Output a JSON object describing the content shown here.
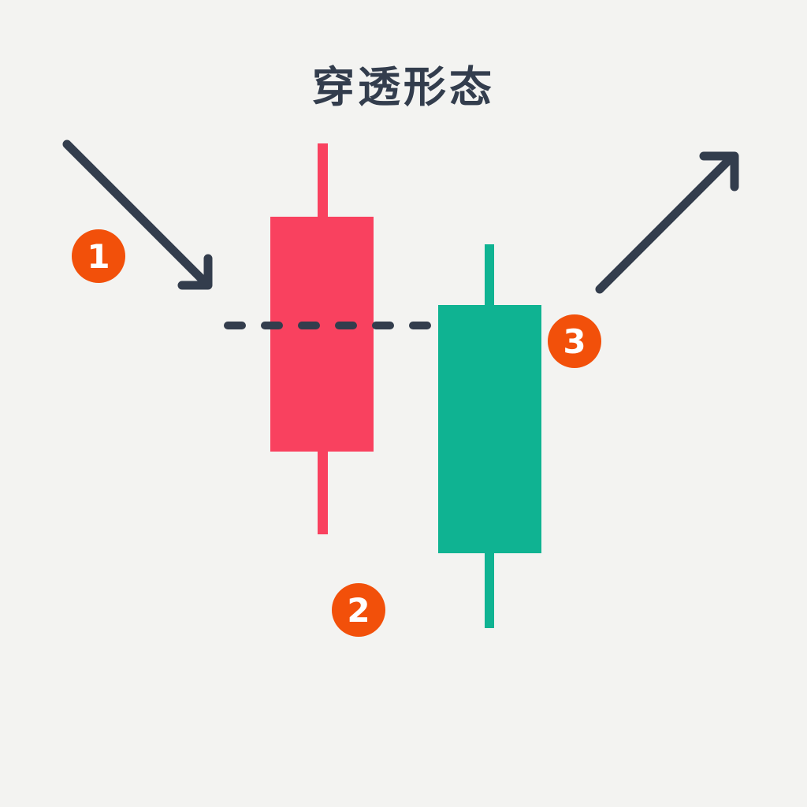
{
  "title": "穿透形态",
  "colors": {
    "background": "#f3f3f1",
    "ink": "#333d4d",
    "bearish": "#f9415f",
    "bullish": "#0fb392",
    "badge": "#f2500a",
    "badge_text": "#ffffff"
  },
  "badges": [
    {
      "label": "1"
    },
    {
      "label": "2"
    },
    {
      "label": "3"
    }
  ],
  "icons": [
    "downtrend-arrow-icon",
    "uptrend-arrow-icon",
    "bearish-candle",
    "bullish-candle",
    "midpoint-dashed-line"
  ],
  "chart_data": {
    "type": "candlestick-pattern-diagram",
    "title": "穿透形态",
    "candles": [
      {
        "index": 1,
        "direction": "bearish",
        "color": "#f9415f",
        "has_upper_wick": true,
        "has_lower_wick": true
      },
      {
        "index": 2,
        "direction": "bullish",
        "color": "#0fb392",
        "has_upper_wick": true,
        "has_lower_wick": true,
        "closes_above_midpoint_of_candle_1": true
      }
    ],
    "annotations": [
      {
        "badge": "1",
        "attached_to": "downtrend-arrow"
      },
      {
        "badge": "2",
        "attached_to": "bearish-candle-low"
      },
      {
        "badge": "3",
        "attached_to": "bullish-candle-close-at-midpoint"
      }
    ],
    "reference_line": {
      "style": "dashed",
      "position": "midpoint of bearish candle body"
    },
    "trend_arrows": [
      {
        "direction": "down",
        "position": "top-left"
      },
      {
        "direction": "up",
        "position": "top-right"
      }
    ]
  }
}
